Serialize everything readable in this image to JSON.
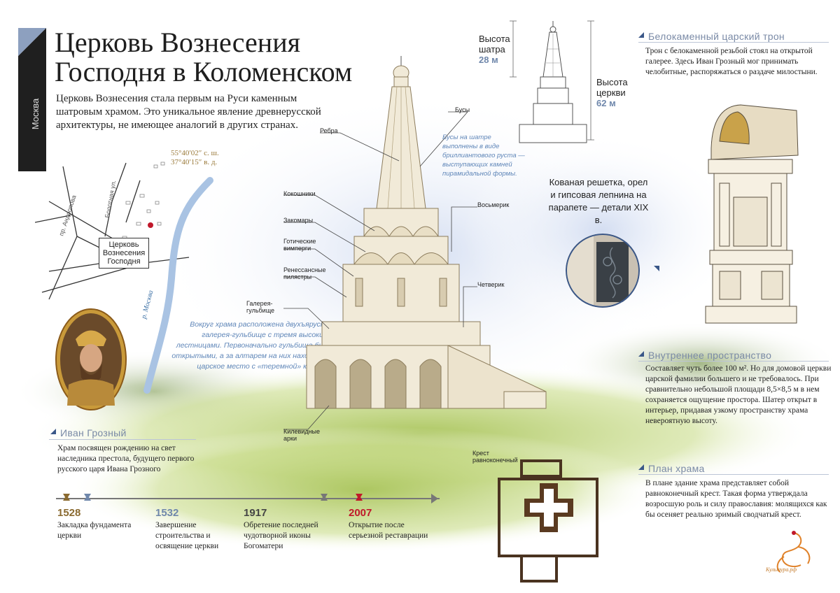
{
  "region_tab": "Москва",
  "title_line1": "Церковь Вознесения",
  "title_line2": "Господня в Коломенском",
  "intro": "Церковь Вознесения стала первым на Руси каменным шатровым храмом. Это уникальное явление древнерусской архитектуры, не имеющее аналогий в других странах.",
  "coordinates": {
    "lat": "55°40′02″ с. ш.",
    "lon": "37°40′15″ в. д."
  },
  "map": {
    "streets": [
      "пр. Андропова",
      "Болотная ул."
    ],
    "church_label": "Церковь Вознесения Господня",
    "river_label": "р. Москва"
  },
  "gallery_note": "Вокруг храма расположена двухъярусная галерея-гульбище с тремя высокими лестницами. Первоначально гульбища были открытыми, а за алтарем на них находилось царское место с «теремной» крышей.",
  "ivan": {
    "heading": "Иван Грозный",
    "text": "Храм посвящен рождению на свет наследника престола, будущего первого русского царя Ивана Грозного"
  },
  "timeline": [
    {
      "year": "1528",
      "text": "Закладка фундамента церкви",
      "color": "#8a6a30"
    },
    {
      "year": "1532",
      "text": "Завершение строительства и освящение церкви",
      "color": "#6f87ab"
    },
    {
      "year": "1917",
      "text": "Обретение последней чудотворной иконы Богоматери",
      "color": "#444444"
    },
    {
      "year": "2007",
      "text": "Открытие после серьезной реставрации",
      "color": "#c0182b"
    }
  ],
  "heights": {
    "tent_label": "Высота шатра",
    "tent_value": "28 м",
    "church_label": "Высота церкви",
    "church_value": "62 м"
  },
  "annotations": {
    "beads": "Бусы",
    "ribs": "Ребра",
    "kokoshniki": "Кокошники",
    "zakomary": "Закомары",
    "gothic": "Готические вимперги",
    "renaissance": "Ренессансные пилястры",
    "gallery": "Галерея-гульбище",
    "octagon": "Восьмерик",
    "quad": "Четверик",
    "keel_arches": "Килевидные арки",
    "cross": "Крест равноконечный"
  },
  "beads_note": "Бусы на шатре выполнены в виде бриллиантового руста — выступающих камней пирамидальной формы.",
  "grille_text": "Кованая решетка, орел и гипсовая лепнина на парапете — детали XIX в.",
  "throne": {
    "heading": "Белокаменный царский трон",
    "text": "Трон с белокаменной резьбой стоял на открытой галерее. Здесь Иван Грозный мог принимать челобитные, распоряжаться о раздаче милостыни."
  },
  "interior": {
    "heading": "Внутреннее пространство",
    "text": "Составляет чуть более 100 м². Но для домовой церкви царской фамилии большего и не требовалось. При сравнительно небольшой площади 8,5×8,5 м в нем сохраняется ощущение простора. Шатер открыт в интерьер, придавая узкому пространству храма невероятную высоту."
  },
  "plan": {
    "heading": "План храма",
    "text": "В плане здание храма представляет собой равноконечный крест. Такая форма утверждала возросшую роль и силу православия: молящихся как бы осеняет реально зримый сводчатый крест."
  },
  "logo_text": "Культура.рф"
}
